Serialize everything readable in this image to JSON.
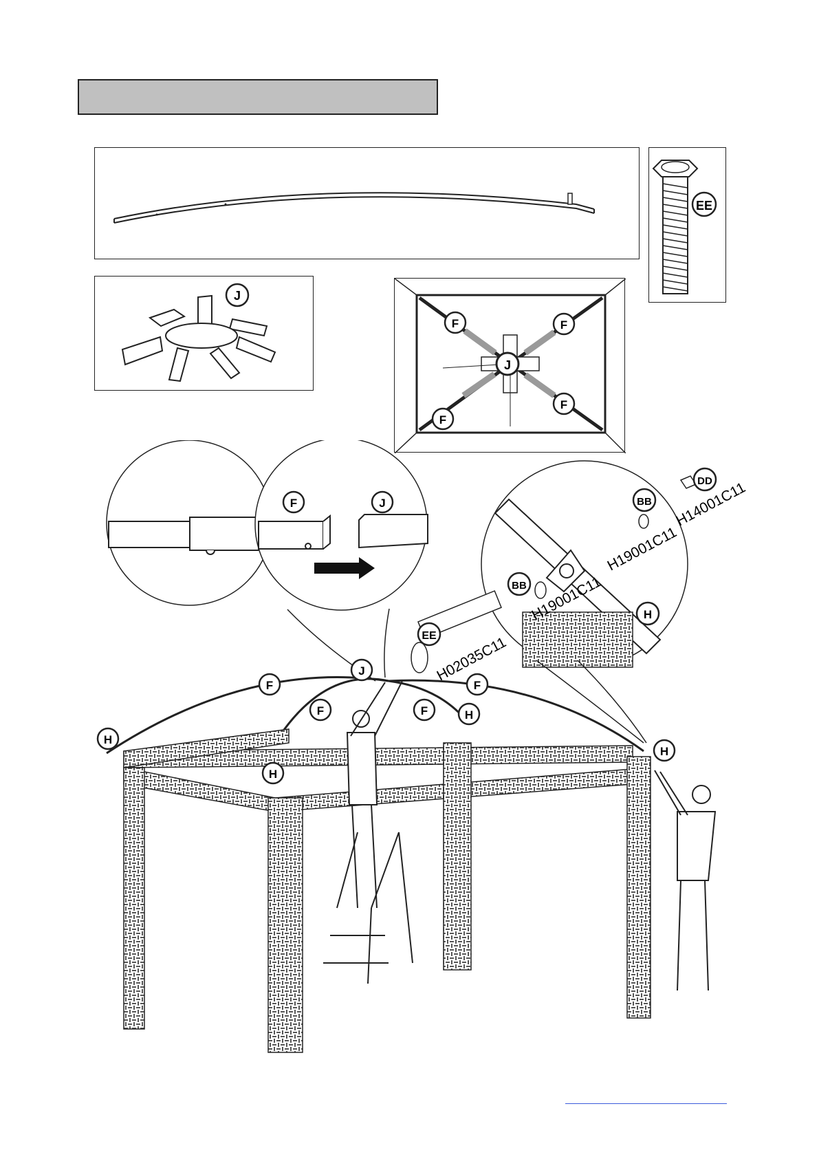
{
  "header": {
    "title": ""
  },
  "labels": {
    "F": "F",
    "J": "J",
    "H": "H",
    "EE": "EE",
    "BB": "BB",
    "DD": "DD"
  },
  "part_codes": {
    "bolt": "H02035C11",
    "washer": "H19001C11",
    "nut": "H14001C11"
  },
  "footer": {
    "link_text": ""
  },
  "colors": {
    "line": "#222222",
    "header_fill": "#c0c0c0",
    "highlight_fill": "#9a9a9a",
    "weave": "#555555",
    "link": "#3b5bdb"
  }
}
